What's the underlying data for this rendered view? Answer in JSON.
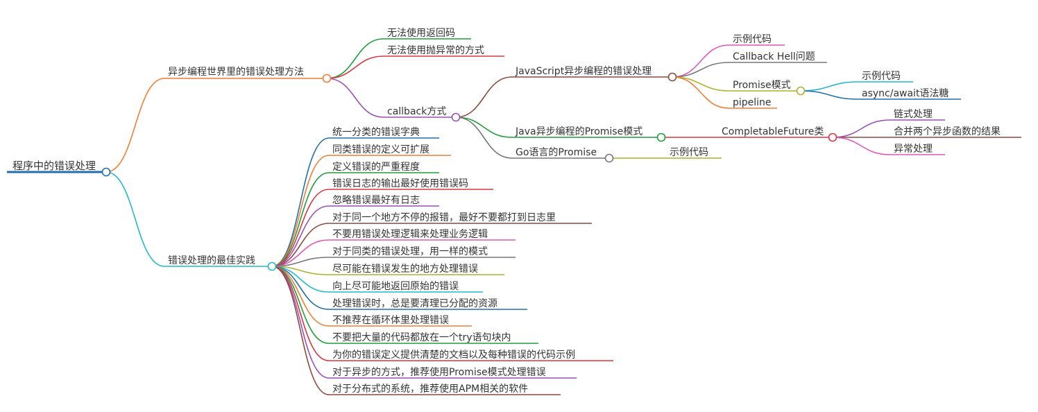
{
  "root": "程序中的错误处理",
  "branches": {
    "async_methods": {
      "label": "异步编程世界里的错误处理方法",
      "no_return_code": "无法使用返回码",
      "no_throw": "无法使用抛异常的方式",
      "callback": "callback方式",
      "js": {
        "label": "JavaScript异步编程的错误处理",
        "example": "示例代码",
        "callback_hell": "Callback Hell问题",
        "promise": {
          "label": "Promise模式",
          "example": "示例代码",
          "async_await": "async/await语法糖"
        },
        "pipeline": "pipeline"
      },
      "java": {
        "label": "Java异步编程的Promise模式",
        "cf": {
          "label": "CompletableFuture类",
          "chain": "链式处理",
          "merge": "合并两个异步函数的结果",
          "exception": "异常处理"
        }
      },
      "go": {
        "label": "Go语言的Promise",
        "example": "示例代码"
      }
    },
    "best_practices": {
      "label": "错误处理的最佳实践",
      "items": [
        "统一分类的错误字典",
        "同类错误的定义可扩展",
        "定义错误的严重程度",
        "错误日志的输出最好使用错误码",
        "忽略错误最好有日志",
        "对于同一个地方不停的报错，最好不要都打到日志里",
        "不要用错误处理逻辑来处理业务逻辑",
        "对于同类的错误处理，用一样的模式",
        "尽可能在错误发生的地方处理错误",
        "向上尽可能地返回原始的错误",
        "处理错误时，总是要清理已分配的资源",
        "不推荐在循环体里处理错误",
        "不要把大量的代码都放在一个try语句块内",
        "为你的错误定义提供清楚的文档以及每种错误的代码示例",
        "对于异步的方式，推荐使用Promise模式处理错误",
        "对于分布式的系统，推荐使用APM相关的软件"
      ]
    }
  },
  "colors": {
    "root": "#1f6eb0",
    "orange": "#f07d32",
    "cyan": "#22b8cf",
    "green": "#1e9e3a",
    "red": "#d9363e",
    "purple": "#9b4fb8",
    "brown": "#8b4a3c",
    "gray": "#777777",
    "olive": "#b0b02a",
    "pink": "#e055b8",
    "blue": "#1f6eb0"
  }
}
